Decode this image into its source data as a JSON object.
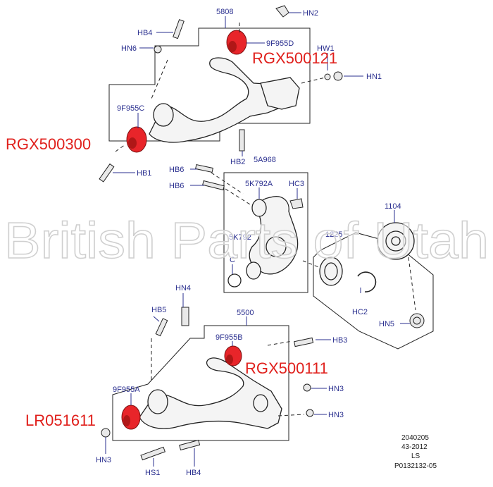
{
  "labels": {
    "n5808": "5808",
    "hn2": "HN2",
    "hb4_top": "HB4",
    "hn6": "HN6",
    "f955d": "9F955D",
    "hw1": "HW1",
    "hn1": "HN1",
    "f955c": "9F955C",
    "hb2": "HB2",
    "hb1": "HB1",
    "a968": "5A968",
    "hb6_a": "HB6",
    "hb6_b": "HB6",
    "k792a": "5K792A",
    "hc3": "HC3",
    "n1104": "1104",
    "k792": "5K792",
    "c": "C",
    "n1225": "1225",
    "hc2": "HC2",
    "hn5": "HN5",
    "hn4": "HN4",
    "hb5": "HB5",
    "n5500": "5500",
    "f955b": "9F955B",
    "hb3": "HB3",
    "hn3_a": "HN3",
    "f955a": "9F955A",
    "hn3_b": "HN3",
    "hn3_c": "HN3",
    "hs1": "HS1",
    "hb4_bottom": "HB4"
  },
  "part_numbers": {
    "rgx500121": "RGX500121",
    "rgx500300": "RGX500300",
    "rgx500111": "RGX500111",
    "lr051611": "LR051611"
  },
  "watermark": "British Parts of Utah",
  "footer": {
    "line1": "2040205",
    "line2": "43-2012",
    "line3": "LS",
    "line4": "P0132132-05"
  },
  "colors": {
    "callout_text": "#e0201c",
    "label_text": "#2a2f8f",
    "bushing": "#e8252a"
  }
}
